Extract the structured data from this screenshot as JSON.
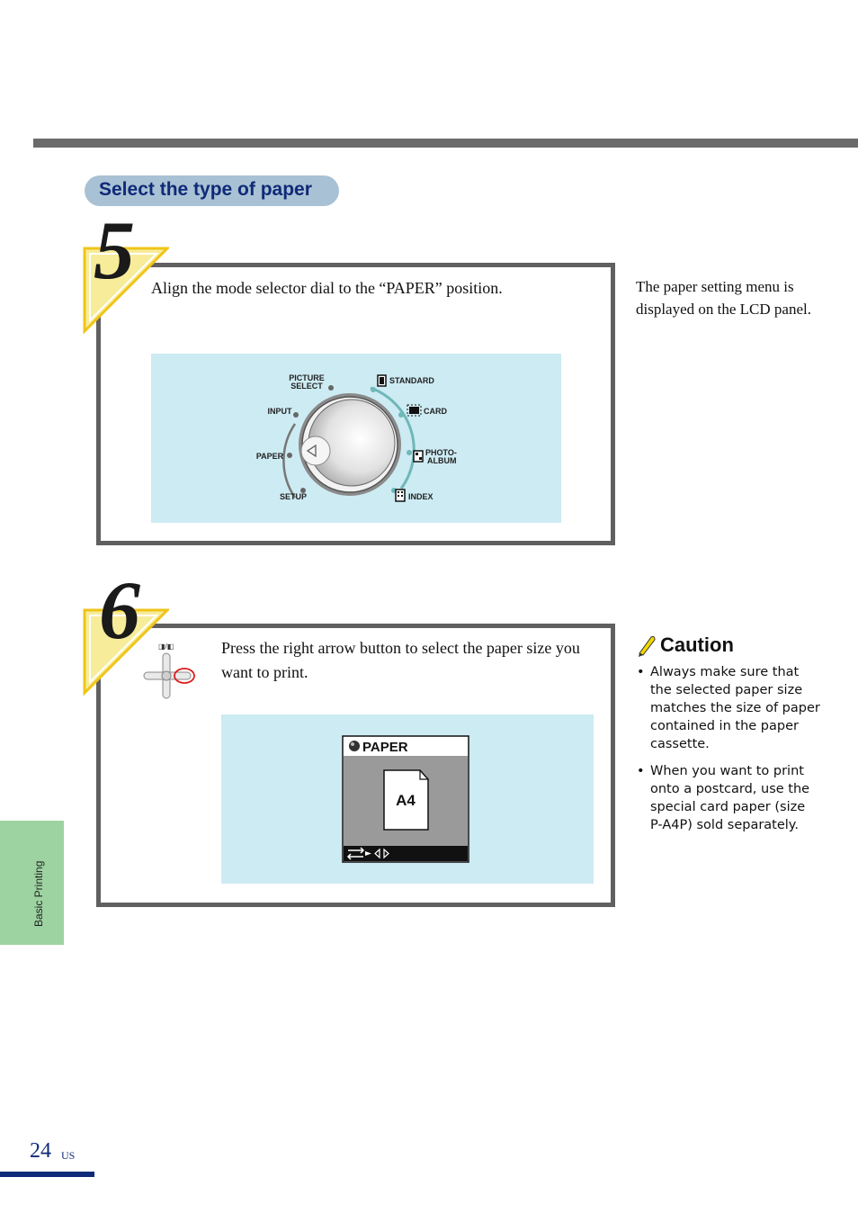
{
  "section": {
    "title": "Select the type of paper"
  },
  "step5": {
    "number": "5",
    "instruction": "Align the mode selector dial to the “PAPER” position.",
    "note": "The paper setting menu is displayed on the LCD panel.",
    "dial": {
      "left_labels": [
        "PICTURE SELECT",
        "INPUT",
        "PAPER",
        "SETUP"
      ],
      "picture_select_line1": "PICTURE",
      "picture_select_line2": "SELECT",
      "input": "INPUT",
      "paper": "PAPER",
      "setup": "SETUP",
      "standard": "STANDARD",
      "card": "CARD",
      "photo_album_line1": "PHOTO-",
      "photo_album_line2": "ALBUM",
      "index": "INDEX"
    }
  },
  "step6": {
    "number": "6",
    "instruction": "Press the right arrow button to select the paper size you want to print.",
    "lcd": {
      "title": "PAPER",
      "paper_size": "A4"
    }
  },
  "caution": {
    "title": "Caution",
    "items": [
      "Always make sure that the selected paper size matches the size of paper contained in the paper cassette.",
      "When you want to print onto a postcard, use the special card paper (size P-A4P) sold separately."
    ],
    "bullet": "•"
  },
  "sidetab": {
    "label": "Basic Printing"
  },
  "footer": {
    "page_number": "24",
    "region": "US"
  },
  "colors": {
    "accent_navy": "#0f2a78",
    "tab_green": "#9dd3a0",
    "panel_blue": "#cdebf3",
    "number_tri": "#f7ec9a"
  }
}
